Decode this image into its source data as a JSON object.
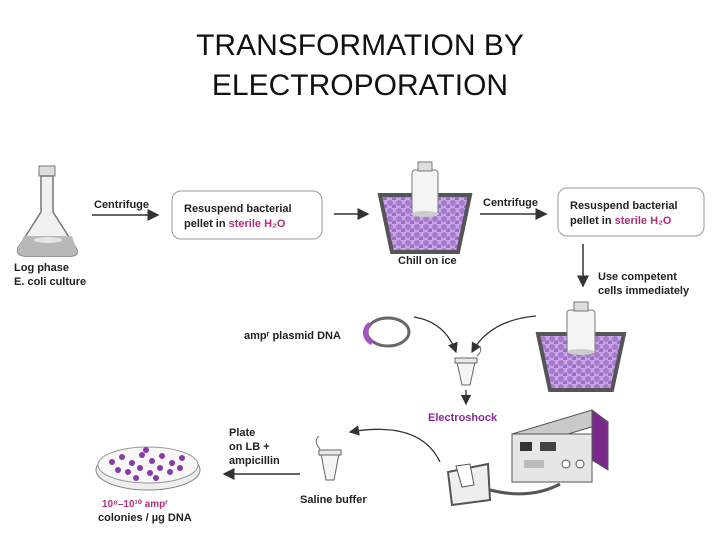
{
  "title_line1": "TRANSFORMATION BY",
  "title_line2": "ELECTROPORATION",
  "labels": {
    "log_phase": "Log phase",
    "ecoli": "E. coli culture",
    "centrifuge1": "Centrifuge",
    "resuspend1_a": "Resuspend bacterial",
    "resuspend1_b": "pellet in ",
    "resuspend1_c": "sterile H₂O",
    "chill": "Chill on ice",
    "centrifuge2": "Centrifuge",
    "resuspend2_a": "Resuspend bacterial",
    "resuspend2_b": "pellet in ",
    "resuspend2_c": "sterile H₂O",
    "use_competent_a": "Use competent",
    "use_competent_b": "cells immediately",
    "plasmid": "ampʳ plasmid DNA",
    "electroshock": "Electroshock",
    "plate_a": "Plate",
    "plate_b": "on LB +",
    "plate_c": "ampicillin",
    "saline": "Saline buffer",
    "colonies_a": "10⁸–10¹⁰ ampʳ",
    "colonies_b": "colonies / µg DNA"
  },
  "colors": {
    "accent_purple": "#8a2a9a",
    "cells_purple": "#b58bd6",
    "ice_box": "#9a9a9a",
    "label_pink": "#b0307a"
  }
}
